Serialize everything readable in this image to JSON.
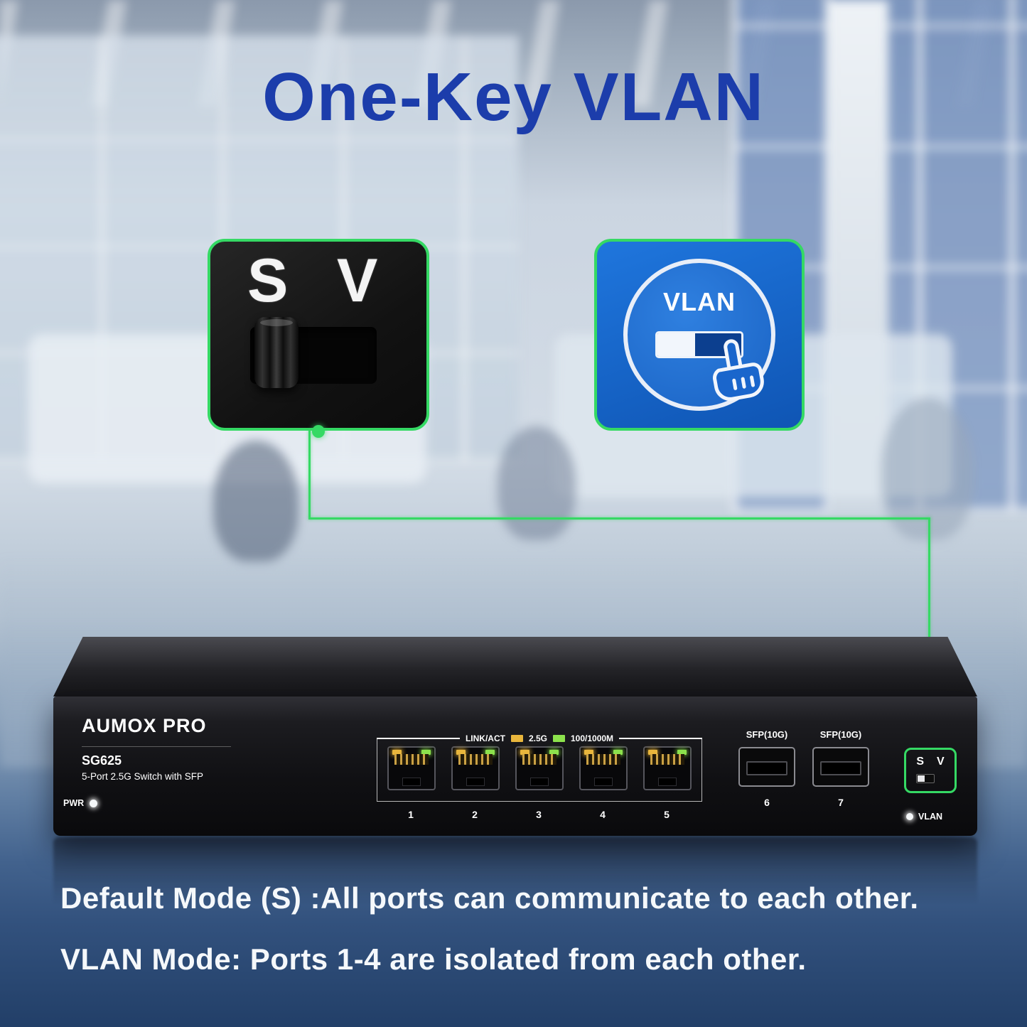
{
  "title": "One-Key VLAN",
  "callouts": {
    "switch_closeup": {
      "s": "S",
      "v": "V"
    },
    "vlan_button": {
      "label": "VLAN"
    }
  },
  "device": {
    "brand": "AUMOX PRO",
    "model": "SG625",
    "model_desc": "5-Port 2.5G Switch with SFP",
    "pwr_label": "PWR",
    "legend": {
      "link_act": "LINK/ACT",
      "speed_fast": "2.5G",
      "speed_std": "100/1000M"
    },
    "rj45_ports": [
      "1",
      "2",
      "3",
      "4",
      "5"
    ],
    "sfp": {
      "label1": "SFP(10G)",
      "label2": "SFP(10G)",
      "port6": "6",
      "port7": "7"
    },
    "mode_switch": {
      "s": "S",
      "v": "V"
    },
    "vlan_led_label": "VLAN"
  },
  "caption": {
    "line1": "Default Mode (S) :All ports can communicate to each other.",
    "line2": "VLAN Mode: Ports 1-4 are isolated from each other."
  },
  "colors": {
    "title_blue": "#1c3dab",
    "accent_green": "#35d964",
    "vlan_blue": "#1a66cc",
    "led_amber": "#e9b63c",
    "led_green": "#8ce24c"
  }
}
